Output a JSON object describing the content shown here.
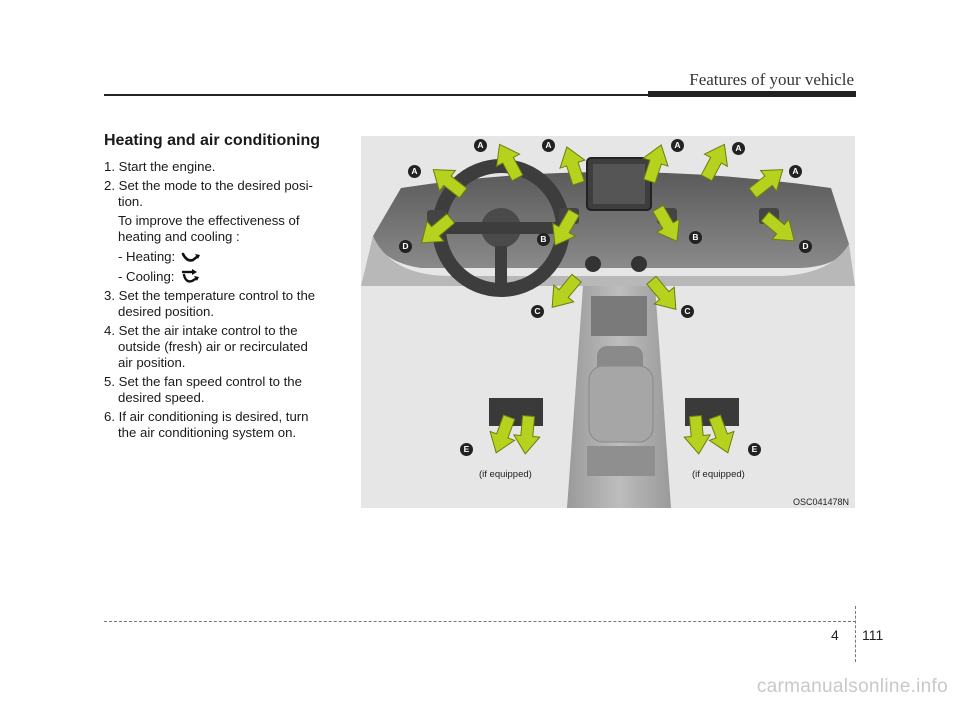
{
  "header": {
    "title": "Features of your vehicle"
  },
  "section": {
    "title": "Heating and air conditioning",
    "steps": [
      "1. Start the engine.",
      "2. Set the mode to the desired posi-",
      "tion.",
      "To improve the effectiveness of",
      "heating and cooling :",
      "- Heating:",
      "- Cooling:",
      "3. Set the temperature control to the",
      "desired position.",
      "4. Set the air intake control to the",
      "outside (fresh) air or recirculated",
      "air position.",
      "5. Set the fan speed control to the",
      "desired speed.",
      "6. If air conditioning is desired, turn",
      "the air conditioning system on."
    ]
  },
  "figure": {
    "code": "OSC041478N",
    "equipped_left": "(if equipped)",
    "equipped_right": "(if equipped)",
    "labels": {
      "a": "A",
      "b": "B",
      "c": "C",
      "d": "D",
      "e": "E"
    }
  },
  "footer": {
    "chapter": "4",
    "page": "111"
  },
  "watermark": "carmanualsonline.info",
  "icons": {
    "heating": "floor-mode-icon",
    "cooling": "face-floor-mode-icon"
  },
  "colors": {
    "arrow": "#b6d21e",
    "badge": "#222222"
  }
}
